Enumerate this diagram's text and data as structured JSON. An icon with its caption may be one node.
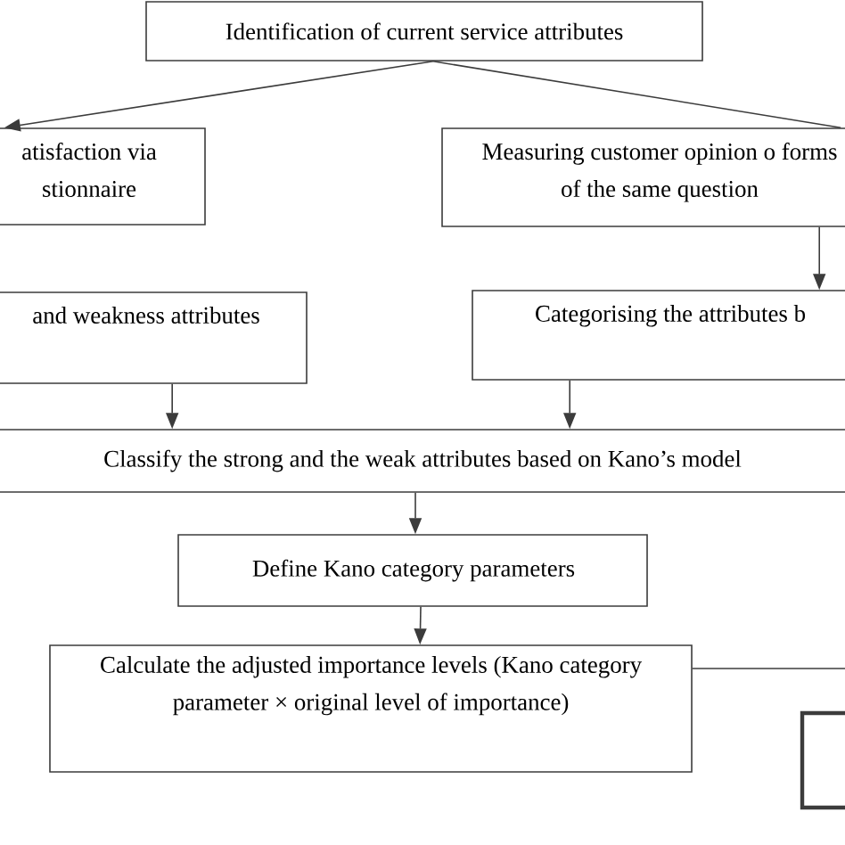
{
  "diagram": {
    "nodes": [
      {
        "text": [
          "Identification of current service attributes"
        ]
      },
      {
        "text": [
          "atisfaction via stionnaire"
        ]
      },
      {
        "text": [
          "Measuring customer opinion o forms of the same question"
        ]
      },
      {
        "text": [
          "and weakness attributes"
        ]
      },
      {
        "text": [
          "Categorising the attributes b"
        ]
      },
      {
        "text": [
          "Classify the strong and the weak attributes based on Kano’s model"
        ]
      },
      {
        "text": [
          "Define Kano category parameters"
        ]
      },
      {
        "text": [
          "Calculate the adjusted importance levels (Kano category parameter × original level of importance)"
        ]
      },
      {
        "text": [],
        "shape": "box"
      }
    ],
    "edges": [
      {
        "from": 0,
        "to": 1,
        "arrow": "to"
      },
      {
        "from": 0,
        "to": 2,
        "arrow": "none"
      },
      {
        "from": 2,
        "to": 4,
        "arrow": "to"
      },
      {
        "from": 3,
        "to": 5,
        "arrow": "to"
      },
      {
        "from": 4,
        "to": 5,
        "arrow": "to"
      },
      {
        "from": 5,
        "to": 6,
        "arrow": "to"
      },
      {
        "from": 6,
        "to": 7,
        "arrow": "to"
      },
      {
        "from": 7,
        "to": null,
        "arrow": "none"
      }
    ]
  }
}
